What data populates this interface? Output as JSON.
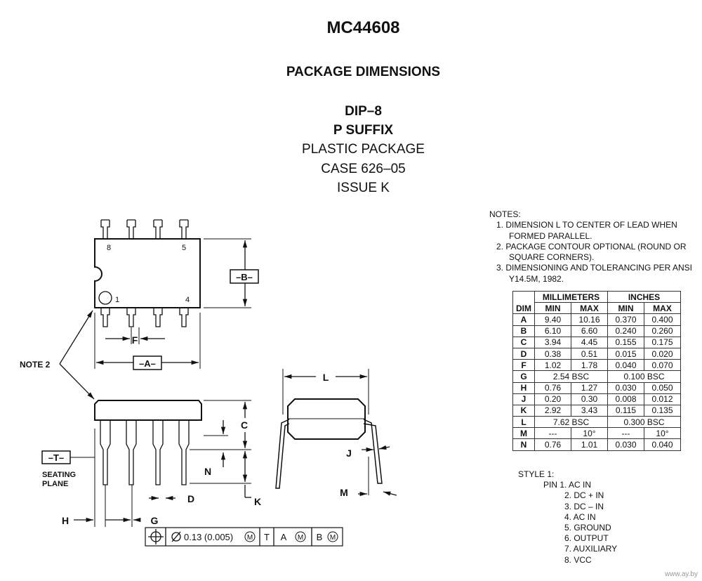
{
  "title": "MC44608",
  "subtitle": "PACKAGE DIMENSIONS",
  "package": {
    "type": "DIP–8",
    "suffix": "P SUFFIX",
    "material": "PLASTIC PACKAGE",
    "case": "CASE 626–05",
    "issue": "ISSUE K"
  },
  "notes": {
    "heading": "NOTES:",
    "items": [
      {
        "num": "1.",
        "line1": "DIMENSION L TO CENTER OF LEAD WHEN",
        "line2": "FORMED PARALLEL."
      },
      {
        "num": "2.",
        "line1": "PACKAGE CONTOUR OPTIONAL (ROUND OR",
        "line2": "SQUARE CORNERS)."
      },
      {
        "num": "3.",
        "line1": "DIMENSIONING AND TOLERANCING PER ANSI",
        "line2": "Y14.5M, 1982."
      }
    ]
  },
  "table": {
    "headers": {
      "mm": "MILLIMETERS",
      "in": "INCHES",
      "dim": "DIM",
      "min": "MIN",
      "max": "MAX"
    },
    "rows": [
      {
        "dim": "A",
        "mm_min": "9.40",
        "mm_max": "10.16",
        "in_min": "0.370",
        "in_max": "0.400"
      },
      {
        "dim": "B",
        "mm_min": "6.10",
        "mm_max": "6.60",
        "in_min": "0.240",
        "in_max": "0.260"
      },
      {
        "dim": "C",
        "mm_min": "3.94",
        "mm_max": "4.45",
        "in_min": "0.155",
        "in_max": "0.175"
      },
      {
        "dim": "D",
        "mm_min": "0.38",
        "mm_max": "0.51",
        "in_min": "0.015",
        "in_max": "0.020"
      },
      {
        "dim": "F",
        "mm_min": "1.02",
        "mm_max": "1.78",
        "in_min": "0.040",
        "in_max": "0.070"
      },
      {
        "dim": "G",
        "mm_bsc": "2.54 BSC",
        "in_bsc": "0.100 BSC"
      },
      {
        "dim": "H",
        "mm_min": "0.76",
        "mm_max": "1.27",
        "in_min": "0.030",
        "in_max": "0.050"
      },
      {
        "dim": "J",
        "mm_min": "0.20",
        "mm_max": "0.30",
        "in_min": "0.008",
        "in_max": "0.012"
      },
      {
        "dim": "K",
        "mm_min": "2.92",
        "mm_max": "3.43",
        "in_min": "0.115",
        "in_max": "0.135"
      },
      {
        "dim": "L",
        "mm_bsc": "7.62 BSC",
        "in_bsc": "0.300 BSC"
      },
      {
        "dim": "M",
        "mm_min": "---",
        "mm_max": "10°",
        "in_min": "---",
        "in_max": "10°"
      },
      {
        "dim": "N",
        "mm_min": "0.76",
        "mm_max": "1.01",
        "in_min": "0.030",
        "in_max": "0.040"
      }
    ]
  },
  "style": {
    "heading": "STYLE 1:",
    "pins": [
      "PIN 1.  AC IN",
      "2.  DC + IN",
      "3.  DC – IN",
      "4.  AC IN",
      "5.  GROUND",
      "6.  OUTPUT",
      "7.  AUXILIARY",
      "8.  VCC"
    ]
  },
  "drawing": {
    "pin8": "8",
    "pin5": "5",
    "pin1": "1",
    "pin4": "4",
    "B": "–B–",
    "A": "–A–",
    "F": "F",
    "note2": "NOTE 2",
    "C": "C",
    "N": "N",
    "T": "–T–",
    "seating1": "SEATING",
    "seating2": "PLANE",
    "D": "D",
    "K": "K",
    "H": "H",
    "G": "G",
    "L": "L",
    "J": "J",
    "M": "M",
    "tolerance": {
      "value": "0.13 (0.005)",
      "datum1": "T",
      "datum2": "A",
      "datum3": "B",
      "mod": "M"
    }
  },
  "watermark": "www.ay.by"
}
